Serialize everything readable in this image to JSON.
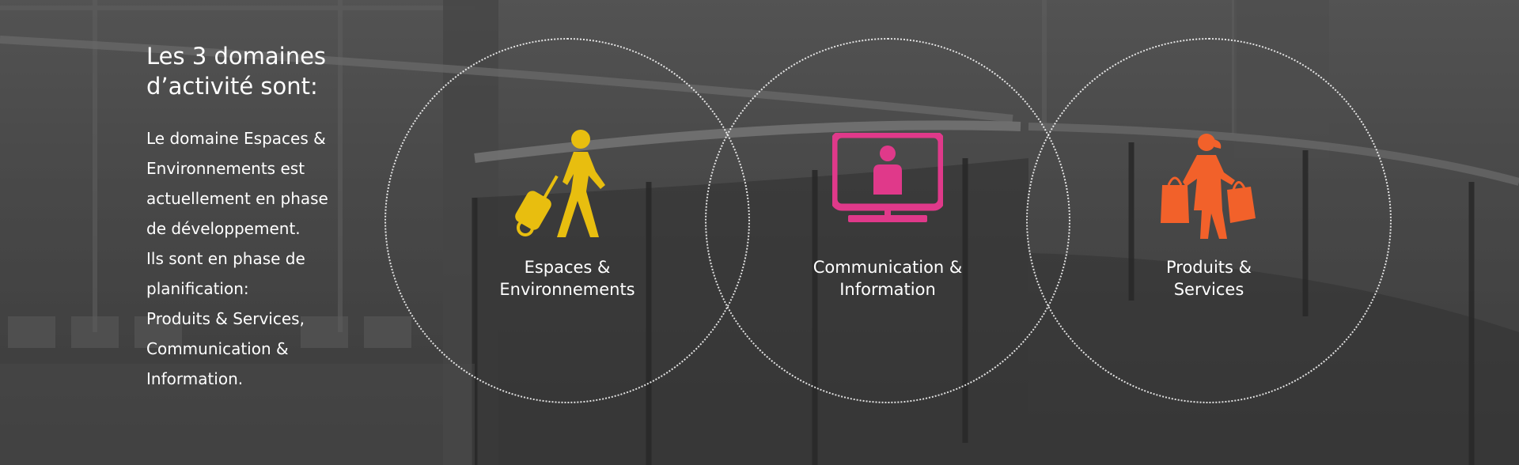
{
  "intro": {
    "title_line1": "Les 3 domaines",
    "title_line2": "d’activité sont:",
    "paragraph_lines": [
      "Le domaine Espaces &",
      "Environnements est",
      "actuellement en phase",
      "de développement.",
      "Ils sont en phase de",
      "planification:",
      "Produits & Services,",
      "Communication &",
      "Information."
    ]
  },
  "domains": [
    {
      "label_line1": "Espaces &",
      "label_line2": "Environnements",
      "icon": "traveler-icon",
      "color": "#e8be0f"
    },
    {
      "label_line1": "Communication &",
      "label_line2": "Information",
      "icon": "monitor-person-icon",
      "color": "#e0398a"
    },
    {
      "label_line1": "Produits &",
      "label_line2": "Services",
      "icon": "shopper-icon",
      "color": "#f2612a"
    }
  ]
}
